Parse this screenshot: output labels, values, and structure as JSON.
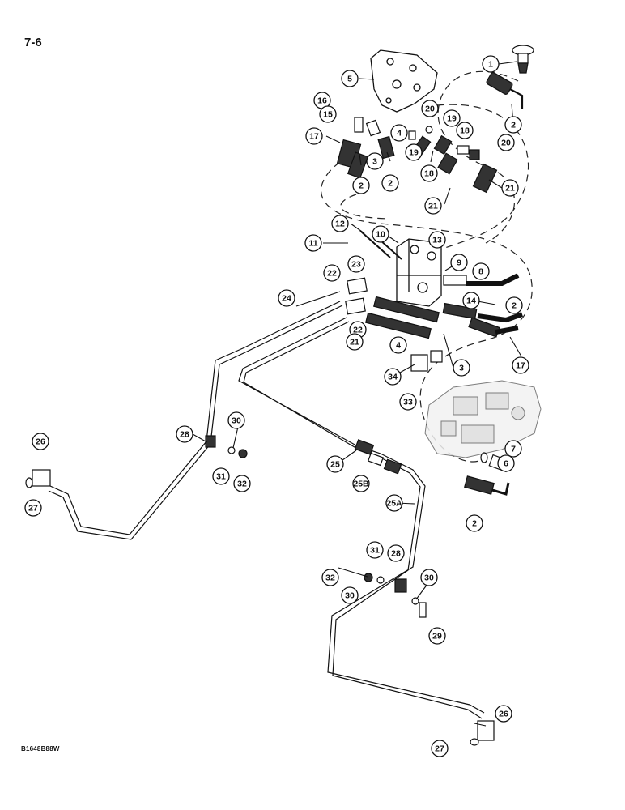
{
  "page_number": "7-6",
  "figure_code": "B1648B88W",
  "callouts": [
    {
      "label": "1"
    },
    {
      "label": "2"
    },
    {
      "label": "5"
    },
    {
      "label": "16"
    },
    {
      "label": "15"
    },
    {
      "label": "4"
    },
    {
      "label": "20"
    },
    {
      "label": "19"
    },
    {
      "label": "18"
    },
    {
      "label": "20"
    },
    {
      "label": "17"
    },
    {
      "label": "19"
    },
    {
      "label": "3"
    },
    {
      "label": "2"
    },
    {
      "label": "18"
    },
    {
      "label": "2"
    },
    {
      "label": "21"
    },
    {
      "label": "21"
    },
    {
      "label": "12"
    },
    {
      "label": "10"
    },
    {
      "label": "13"
    },
    {
      "label": "11"
    },
    {
      "label": "9"
    },
    {
      "label": "8"
    },
    {
      "label": "22"
    },
    {
      "label": "23"
    },
    {
      "label": "14"
    },
    {
      "label": "2"
    },
    {
      "label": "24"
    },
    {
      "label": "22"
    },
    {
      "label": "21"
    },
    {
      "label": "4"
    },
    {
      "label": "3"
    },
    {
      "label": "17"
    },
    {
      "label": "34"
    },
    {
      "label": "33"
    },
    {
      "label": "26"
    },
    {
      "label": "28"
    },
    {
      "label": "30"
    },
    {
      "label": "31"
    },
    {
      "label": "32"
    },
    {
      "label": "27"
    },
    {
      "label": "25"
    },
    {
      "label": "25B"
    },
    {
      "label": "7"
    },
    {
      "label": "6"
    },
    {
      "label": "25A"
    },
    {
      "label": "2"
    },
    {
      "label": "31"
    },
    {
      "label": "28"
    },
    {
      "label": "32"
    },
    {
      "label": "30"
    },
    {
      "label": "30"
    },
    {
      "label": "29"
    },
    {
      "label": "26"
    },
    {
      "label": "27"
    }
  ]
}
